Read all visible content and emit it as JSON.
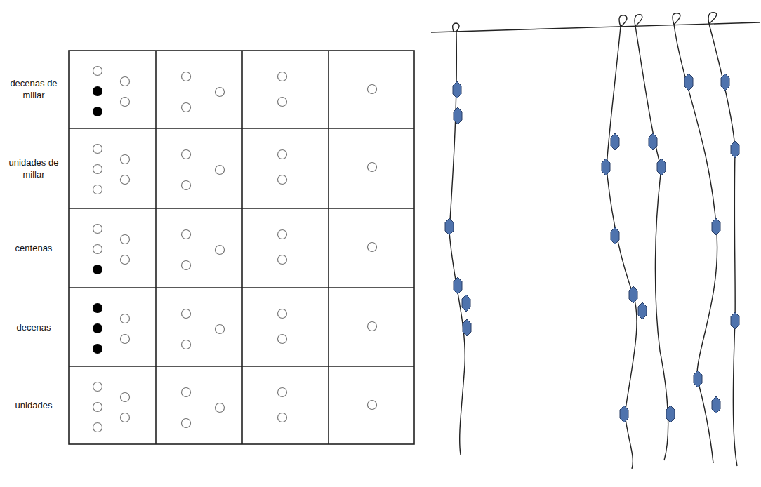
{
  "diagram": {
    "labels": [
      "decenas de millar",
      "unidades de millar",
      "centenas",
      "decenas",
      "unidades"
    ]
  }
}
